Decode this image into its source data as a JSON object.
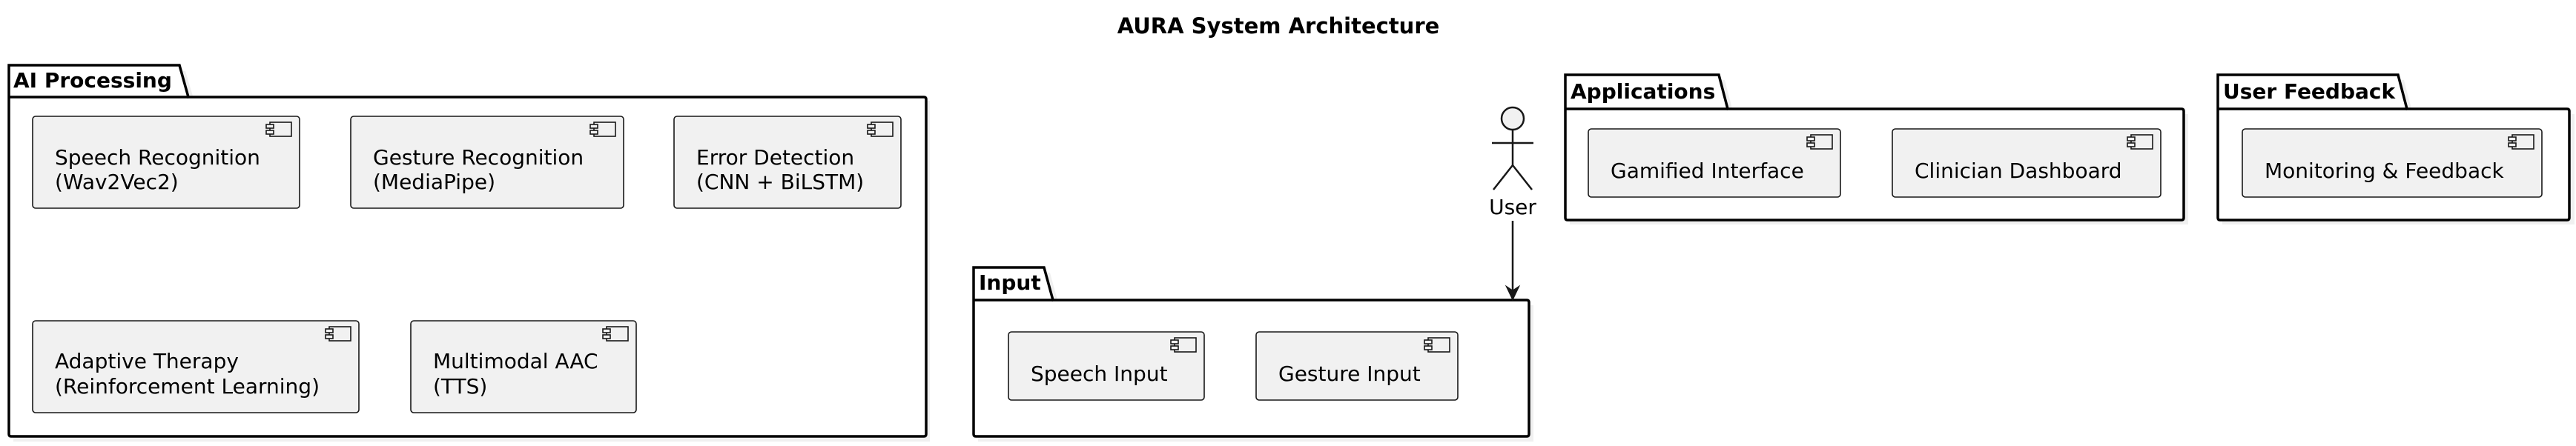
{
  "title": "AURA System Architecture",
  "packages": {
    "ai_processing": {
      "label": "AI Processing",
      "components": [
        {
          "line1": "Speech Recognition",
          "line2": "(Wav2Vec2)"
        },
        {
          "line1": "Gesture Recognition",
          "line2": "(MediaPipe)"
        },
        {
          "line1": "Error Detection",
          "line2": "(CNN + BiLSTM)"
        },
        {
          "line1": "Adaptive Therapy",
          "line2": "(Reinforcement Learning)"
        },
        {
          "line1": "Multimodal AAC",
          "line2": "(TTS)"
        }
      ]
    },
    "input": {
      "label": "Input",
      "components": [
        {
          "line1": "Speech Input"
        },
        {
          "line1": "Gesture Input"
        }
      ]
    },
    "applications": {
      "label": "Applications",
      "components": [
        {
          "line1": "Gamified Interface"
        },
        {
          "line1": "Clinician Dashboard"
        }
      ]
    },
    "user_feedback": {
      "label": "User Feedback",
      "components": [
        {
          "line1": "Monitoring & Feedback"
        }
      ]
    }
  },
  "actor": {
    "label": "User"
  },
  "colors": {
    "component_fill": "#f1f1f1",
    "stroke": "#181818",
    "package_fill": "#ffffff",
    "background": "#ffffff"
  }
}
